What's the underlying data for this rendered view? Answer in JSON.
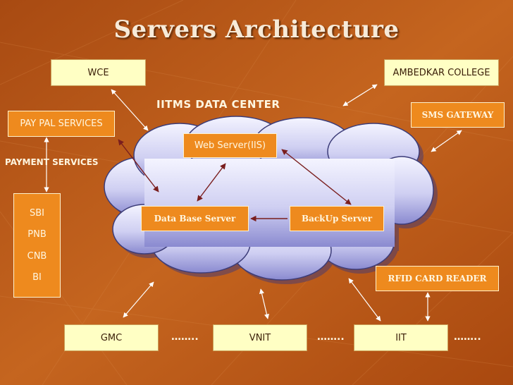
{
  "title": "Servers Architecture",
  "data_center_label": "IITMS DATA CENTER",
  "payment_services_label": "PAYMENT SERVICES",
  "nodes": {
    "wce": "WCE",
    "ambedkar": "AMBEDKAR COLLEGE",
    "paypal": "PAY PAL SERVICES",
    "sms": "SMS GATEWAY",
    "web_server": "Web Server(IIS)",
    "db_server": "Data Base Server",
    "backup_server": "BackUp Server",
    "rfid": "RFID CARD READER",
    "gmc": "GMC",
    "vnit": "VNIT",
    "iit": "IIT"
  },
  "banks": [
    "SBI",
    "PNB",
    "CNB",
    "BI"
  ],
  "ellipsis": "……..",
  "colors": {
    "background": "#b5561a",
    "yellow_box": "#ffffc4",
    "orange_box": "#ee8a1e",
    "cloud": "#c8c8f0",
    "arrow": "#7a1e1e"
  }
}
